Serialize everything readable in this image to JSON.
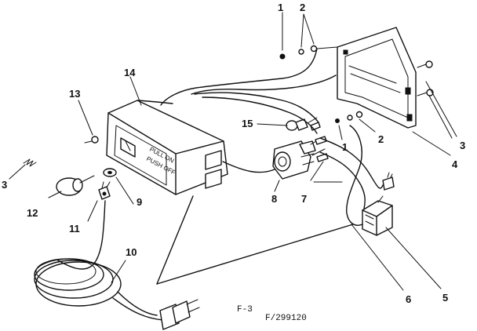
{
  "callouts": [
    "1",
    "2",
    "3",
    "4",
    "5",
    "6",
    "7",
    "8",
    "9",
    "10",
    "11",
    "12",
    "13",
    "14",
    "15",
    "1",
    "2",
    "3"
  ],
  "panel_text": [
    "PULL ON",
    "PUSH OFF"
  ],
  "figure_label": "F-3",
  "part_number": "F/299120"
}
